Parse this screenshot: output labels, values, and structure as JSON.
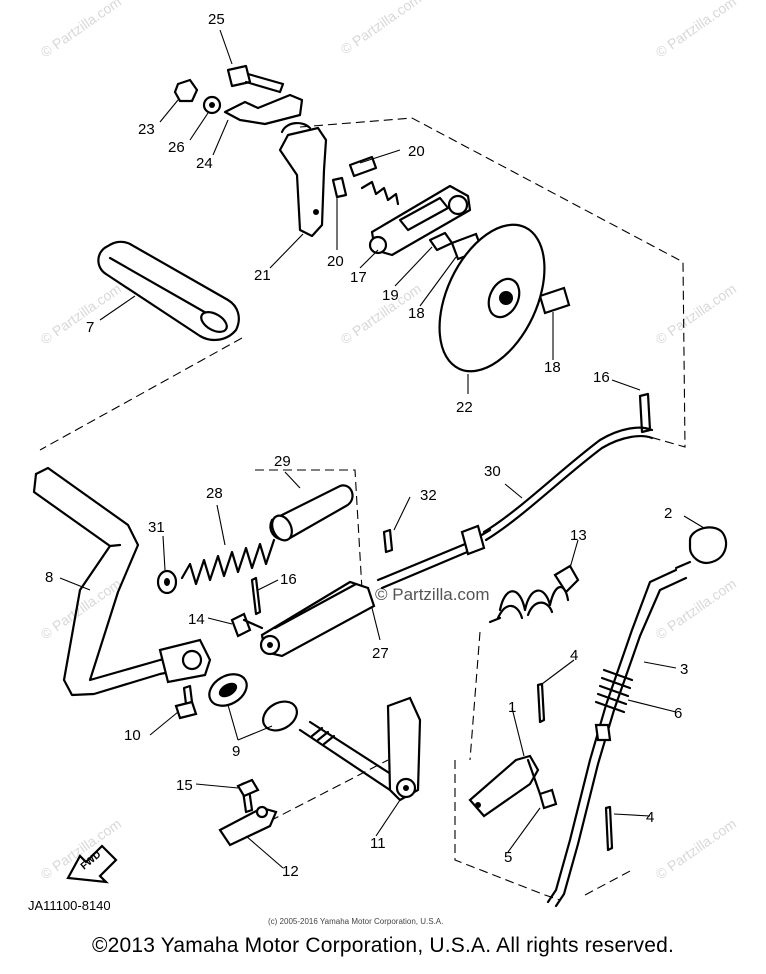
{
  "diagram": {
    "drawing_code": "JA11100-8140",
    "small_copyright": "(c) 2005-2016 Yamaha Motor Corporation, U.S.A.",
    "footer": "©2013 Yamaha Motor Corporation, U.S.A. All rights reserved.",
    "fwd_label": "FWD",
    "watermark": "© Partzilla.com",
    "callouts": [
      "25",
      "23",
      "26",
      "24",
      "20",
      "20",
      "21",
      "17",
      "19",
      "18",
      "7",
      "22",
      "18",
      "16",
      "30",
      "29",
      "28",
      "32",
      "2",
      "31",
      "13",
      "16",
      "8",
      "14",
      "27",
      "4",
      "3",
      "6",
      "10",
      "9",
      "1",
      "4",
      "15",
      "11",
      "5",
      "12"
    ]
  }
}
